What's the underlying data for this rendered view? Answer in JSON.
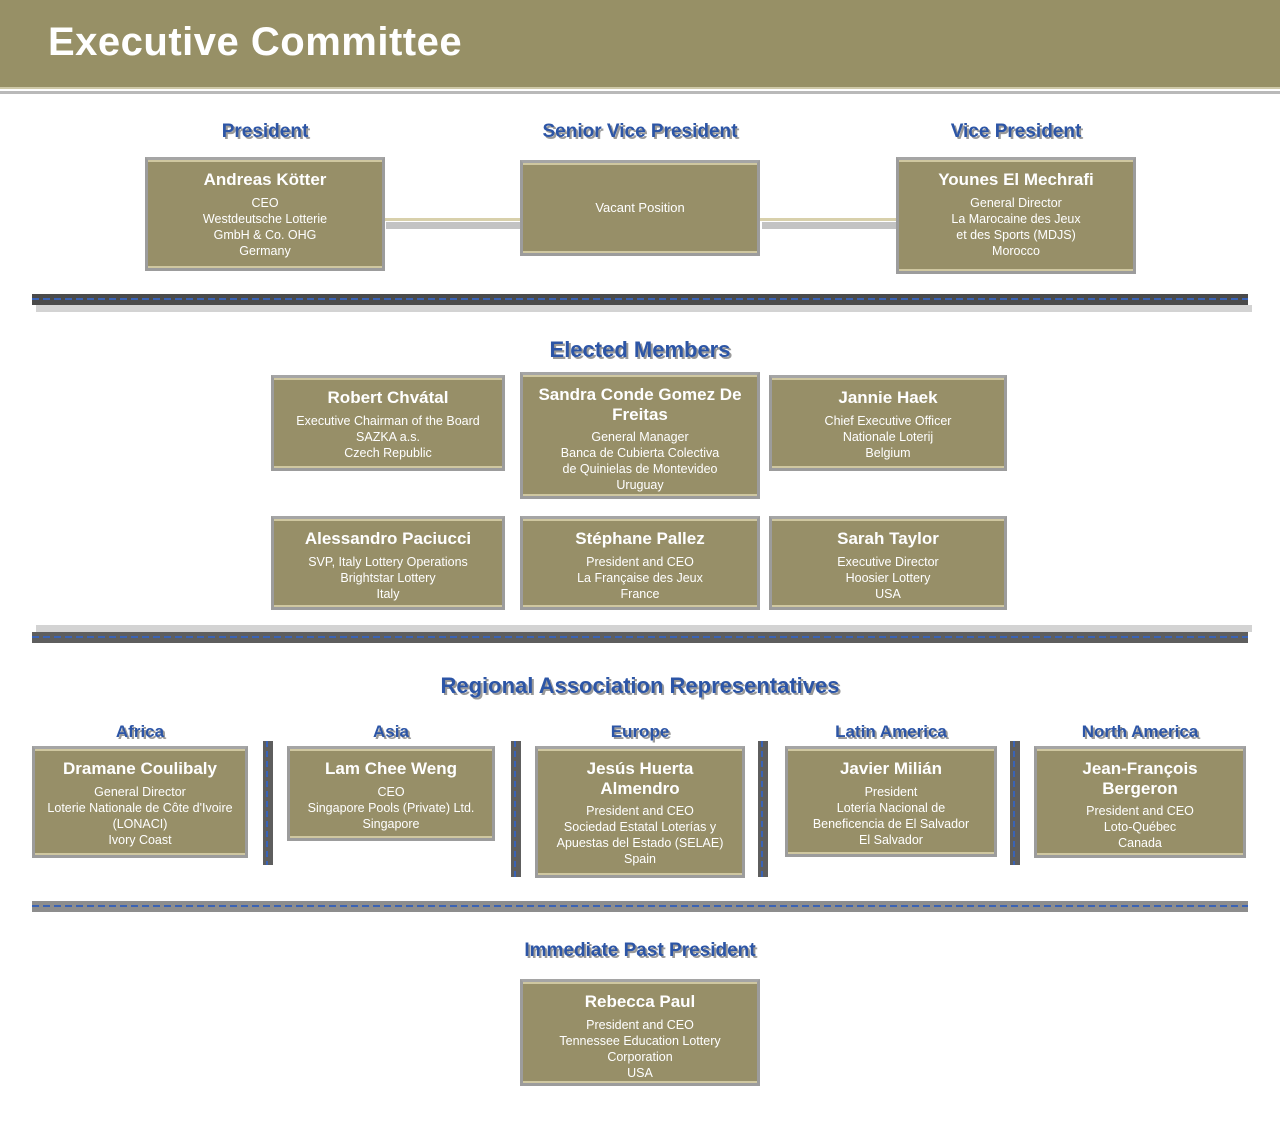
{
  "page": {
    "title": "Executive Committee",
    "accent_blue": "#2c55a6",
    "box_fill": "#978F68",
    "banner_fill": "#979066",
    "box_border": "#9c9c9c",
    "text_white": "#ffffff"
  },
  "officers": {
    "heading_president": "President",
    "heading_senior_vice_president": "Senior Vice President",
    "heading_vice_president": "Vice President",
    "cards": [
      {
        "name": "Andreas Kötter",
        "lines": [
          "CEO",
          "Westdeutsche Lotterie",
          "GmbH & Co. OHG",
          "Germany"
        ]
      },
      {
        "name": "",
        "lines": [
          "Vacant Position"
        ]
      },
      {
        "name": "Younes El Mechrafi",
        "lines": [
          "General Director",
          "La Marocaine des Jeux",
          "et des Sports (MDJS)",
          "Morocco"
        ]
      }
    ]
  },
  "elected": {
    "heading": "Elected Members",
    "cards": [
      {
        "name": "Robert Chvátal",
        "lines": [
          "Executive Chairman of the Board",
          "SAZKA a.s.",
          "Czech Republic"
        ]
      },
      {
        "name": "Sandra Conde Gomez De Freitas",
        "lines": [
          "General Manager",
          "Banca de Cubierta Colectiva",
          "de Quinielas de Montevideo",
          "Uruguay"
        ]
      },
      {
        "name": "Jannie Haek",
        "lines": [
          "Chief Executive Officer",
          "Nationale Loterij",
          "Belgium"
        ]
      },
      {
        "name": "Alessandro Paciucci",
        "lines": [
          "SVP, Italy Lottery Operations",
          "Brightstar Lottery",
          "Italy"
        ]
      },
      {
        "name": "Stéphane Pallez",
        "lines": [
          "President and CEO",
          "La Française des Jeux",
          "France"
        ]
      },
      {
        "name": "Sarah Taylor",
        "lines": [
          "Executive Director",
          "Hoosier Lottery",
          "USA"
        ]
      }
    ]
  },
  "regional": {
    "heading": "Regional Association Representatives",
    "cards": [
      {
        "region": "Africa",
        "name": "Dramane Coulibaly",
        "lines": [
          "General Director",
          "Loterie Nationale de Côte d'Ivoire",
          "(LONACI)",
          "Ivory Coast"
        ]
      },
      {
        "region": "Asia",
        "name": "Lam Chee Weng",
        "lines": [
          "CEO",
          "Singapore Pools (Private) Ltd.",
          "Singapore"
        ]
      },
      {
        "region": "Europe",
        "name": "Jesús Huerta Almendro",
        "lines": [
          "President and CEO",
          "Sociedad Estatal Loterías y",
          "Apuestas del Estado (SELAE)",
          "Spain"
        ]
      },
      {
        "region": "Latin America",
        "name": "Javier Milián",
        "lines": [
          "President",
          "Lotería Nacional de",
          "Beneficencia de El Salvador",
          "El Salvador"
        ]
      },
      {
        "region": "North America",
        "name": "Jean-François Bergeron",
        "lines": [
          "President and CEO",
          "Loto-Québec",
          "Canada"
        ]
      }
    ]
  },
  "past_president": {
    "heading": "Immediate Past President",
    "card": {
      "name": "Rebecca Paul",
      "lines": [
        "President and CEO",
        "Tennessee Education Lottery",
        "Corporation",
        "USA"
      ]
    }
  }
}
